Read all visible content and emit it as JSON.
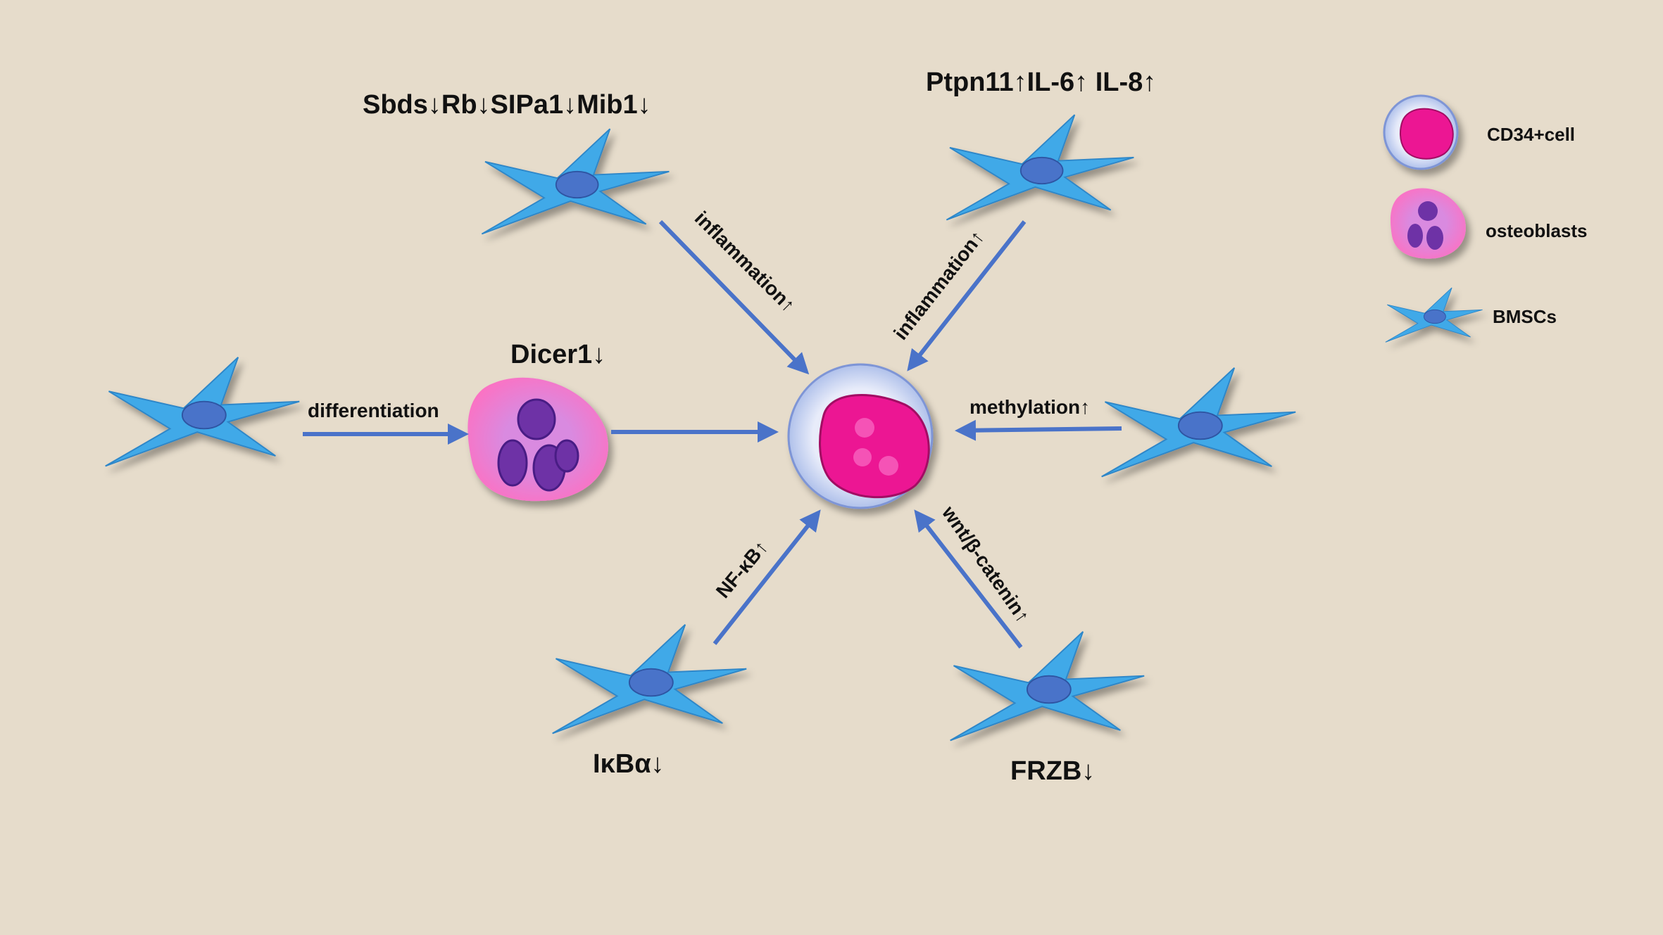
{
  "labels": {
    "top_left_genes": "Sbds↓Rb↓SIPa1↓Mib1↓",
    "top_right_genes": "Ptpn11↑IL-6↑ IL-8↑",
    "dicer": "Dicer1↓",
    "ikba": "IκBα↓",
    "frzb": "FRZB↓"
  },
  "edges": {
    "differentiation": "differentiation",
    "inflammation_left": "inflammation↑",
    "inflammation_right": "inflammation↑",
    "methylation": "methylation↑",
    "nfkb": "NF-κB↑",
    "wnt": "wnt/β-catenin↑"
  },
  "legend": {
    "cd34": "CD34+cell",
    "osteoblasts": "osteoblasts",
    "bmscs": "BMSCs"
  },
  "colors": {
    "background": "#e6dccb",
    "bmsc": "#3fa9e8",
    "nucleus": "#4a73c9",
    "arrow": "#4a73c9",
    "cd34_nucleus": "#ec1493",
    "osteoblast": "#e67ad0",
    "osteoblast_nucleus": "#6e33a6"
  }
}
